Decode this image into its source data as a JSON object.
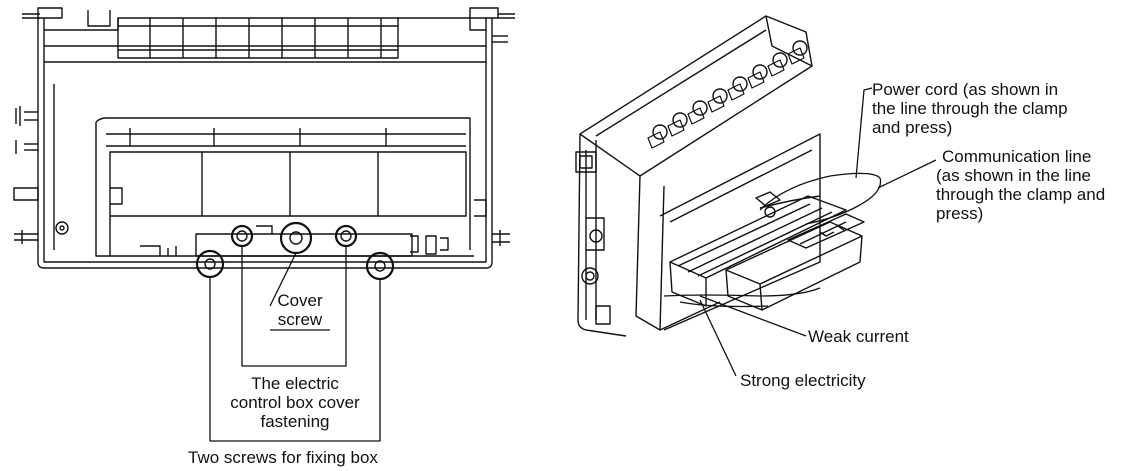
{
  "colors": {
    "line": "#111111",
    "background": "#ffffff"
  },
  "labels": {
    "cover_screw": [
      "Cover",
      "screw"
    ],
    "control_box_cover": [
      "The electric",
      "control box cover",
      "fastening"
    ],
    "two_screws": "Two screws for fixing box",
    "power_cord": [
      "Power cord (as shown in",
      "the line through the clamp",
      "and press)"
    ],
    "communication_line": [
      "Communication line",
      "(as shown in the line",
      "through the clamp and",
      "press)"
    ],
    "weak_current": "Weak current",
    "strong_electricity": "Strong electricity"
  }
}
